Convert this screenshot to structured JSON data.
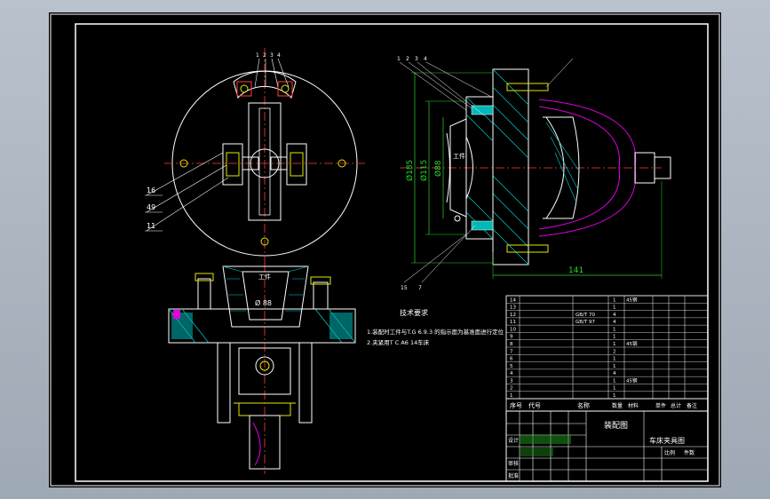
{
  "colors": {
    "paper": "#000000",
    "frame": "#ffffff",
    "outline": "#ffffff",
    "centerline": "#ff3b3b",
    "hatch": "#00d5d5",
    "dimension": "#2bd62b",
    "leader": "#ffffff",
    "fill_cyan": "#00b8b8",
    "fill_magenta": "#e000e0",
    "fill_yellow": "#e6e600",
    "fill_green": "#1f8f1f"
  },
  "plan_view": {
    "callouts": [
      "16",
      "49",
      "11"
    ],
    "top_callouts": [
      "1",
      "2",
      "3",
      "4"
    ]
  },
  "side_view": {
    "dims": {
      "dia_outer": "Ø185",
      "dia_mid": "Ø115",
      "dia_inner": "Ø88",
      "width": "141"
    },
    "part_label": "工件",
    "callouts_top": [
      "1",
      "2",
      "3",
      "4"
    ],
    "callouts_bottom": [
      "15",
      "7"
    ]
  },
  "section_view": {
    "dim": "Ø 88",
    "part_label": "工件"
  },
  "notes": {
    "title": "技术要求",
    "line1": "1.装配时工件与T.G 6.9.3 的指示面为基准面进行定位",
    "line2": "2.夹紧用T C A6 14车床"
  },
  "bom": {
    "rows": [
      {
        "no": "14",
        "name": "",
        "mat": "",
        "qty": "1",
        "note": "45钢"
      },
      {
        "no": "13",
        "name": "",
        "mat": "",
        "qty": "1",
        "note": ""
      },
      {
        "no": "12",
        "name": "",
        "mat": "GB/T 70",
        "qty": "4",
        "note": ""
      },
      {
        "no": "11",
        "name": "",
        "mat": "GB/T 97",
        "qty": "4",
        "note": ""
      },
      {
        "no": "10",
        "name": "",
        "mat": "",
        "qty": "1",
        "note": ""
      },
      {
        "no": "9",
        "name": "",
        "mat": "",
        "qty": "1",
        "note": ""
      },
      {
        "no": "8",
        "name": "",
        "mat": "",
        "qty": "1",
        "note": "45钢"
      },
      {
        "no": "7",
        "name": "",
        "mat": "",
        "qty": "2",
        "note": ""
      },
      {
        "no": "6",
        "name": "",
        "mat": "",
        "qty": "1",
        "note": ""
      },
      {
        "no": "5",
        "name": "",
        "mat": "",
        "qty": "1",
        "note": ""
      },
      {
        "no": "4",
        "name": "",
        "mat": "",
        "qty": "4",
        "note": ""
      },
      {
        "no": "3",
        "name": "",
        "mat": "",
        "qty": "1",
        "note": "45钢"
      },
      {
        "no": "2",
        "name": "",
        "mat": "",
        "qty": "1",
        "note": ""
      },
      {
        "no": "1",
        "name": "",
        "mat": "",
        "qty": "1",
        "note": ""
      }
    ],
    "header": {
      "no": "序号",
      "code": "代号",
      "name": "名称",
      "qty": "数量",
      "mat": "材料",
      "mass": "单件",
      "total": "总计",
      "note": "备注"
    }
  },
  "title_block": {
    "assembly": "装配图",
    "name": "车床夹具图",
    "scale_label": "比例",
    "qty_label": "件数",
    "drawn": "设计",
    "checked": "审核",
    "approved": "批准"
  }
}
